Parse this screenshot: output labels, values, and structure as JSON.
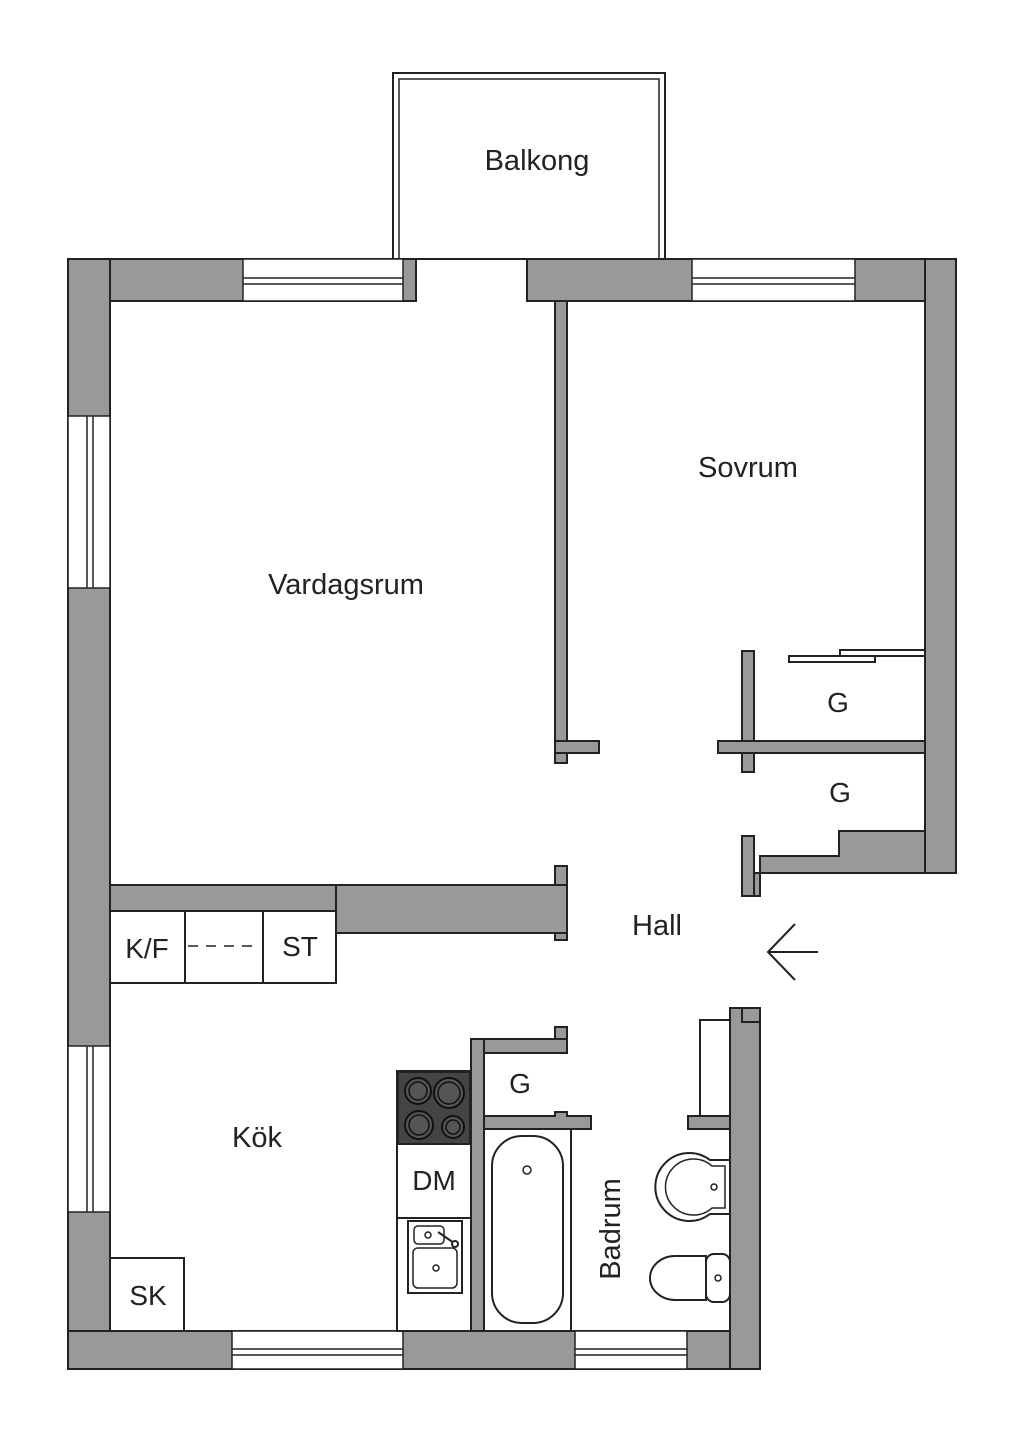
{
  "rooms": {
    "balcony": "Balkong",
    "bedroom": "Sovrum",
    "living_room": "Vardagsrum",
    "hall": "Hall",
    "kitchen": "Kök",
    "bathroom": "Badrum"
  },
  "storage": {
    "wardrobe_1": "G",
    "wardrobe_2": "G",
    "wardrobe_3": "G",
    "fridge_freezer": "K/F",
    "cabinet": "ST",
    "dishwasher": "DM",
    "pantry": "SK"
  },
  "colors": {
    "wall": "#999999",
    "line": "#222222",
    "background": "#ffffff",
    "stove": "#444444"
  },
  "icons": {
    "entrance": "arrow-left-icon"
  }
}
